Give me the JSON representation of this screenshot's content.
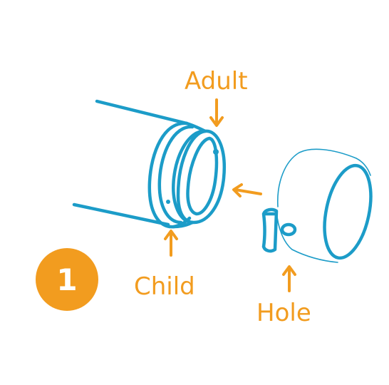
{
  "labels": {
    "adult": "Adult",
    "child": "Child",
    "hole": "Hole"
  },
  "badge": {
    "number": "1"
  },
  "colors": {
    "accent": "#F29C1F",
    "line": "#1C9CC8",
    "background": "#ffffff"
  }
}
